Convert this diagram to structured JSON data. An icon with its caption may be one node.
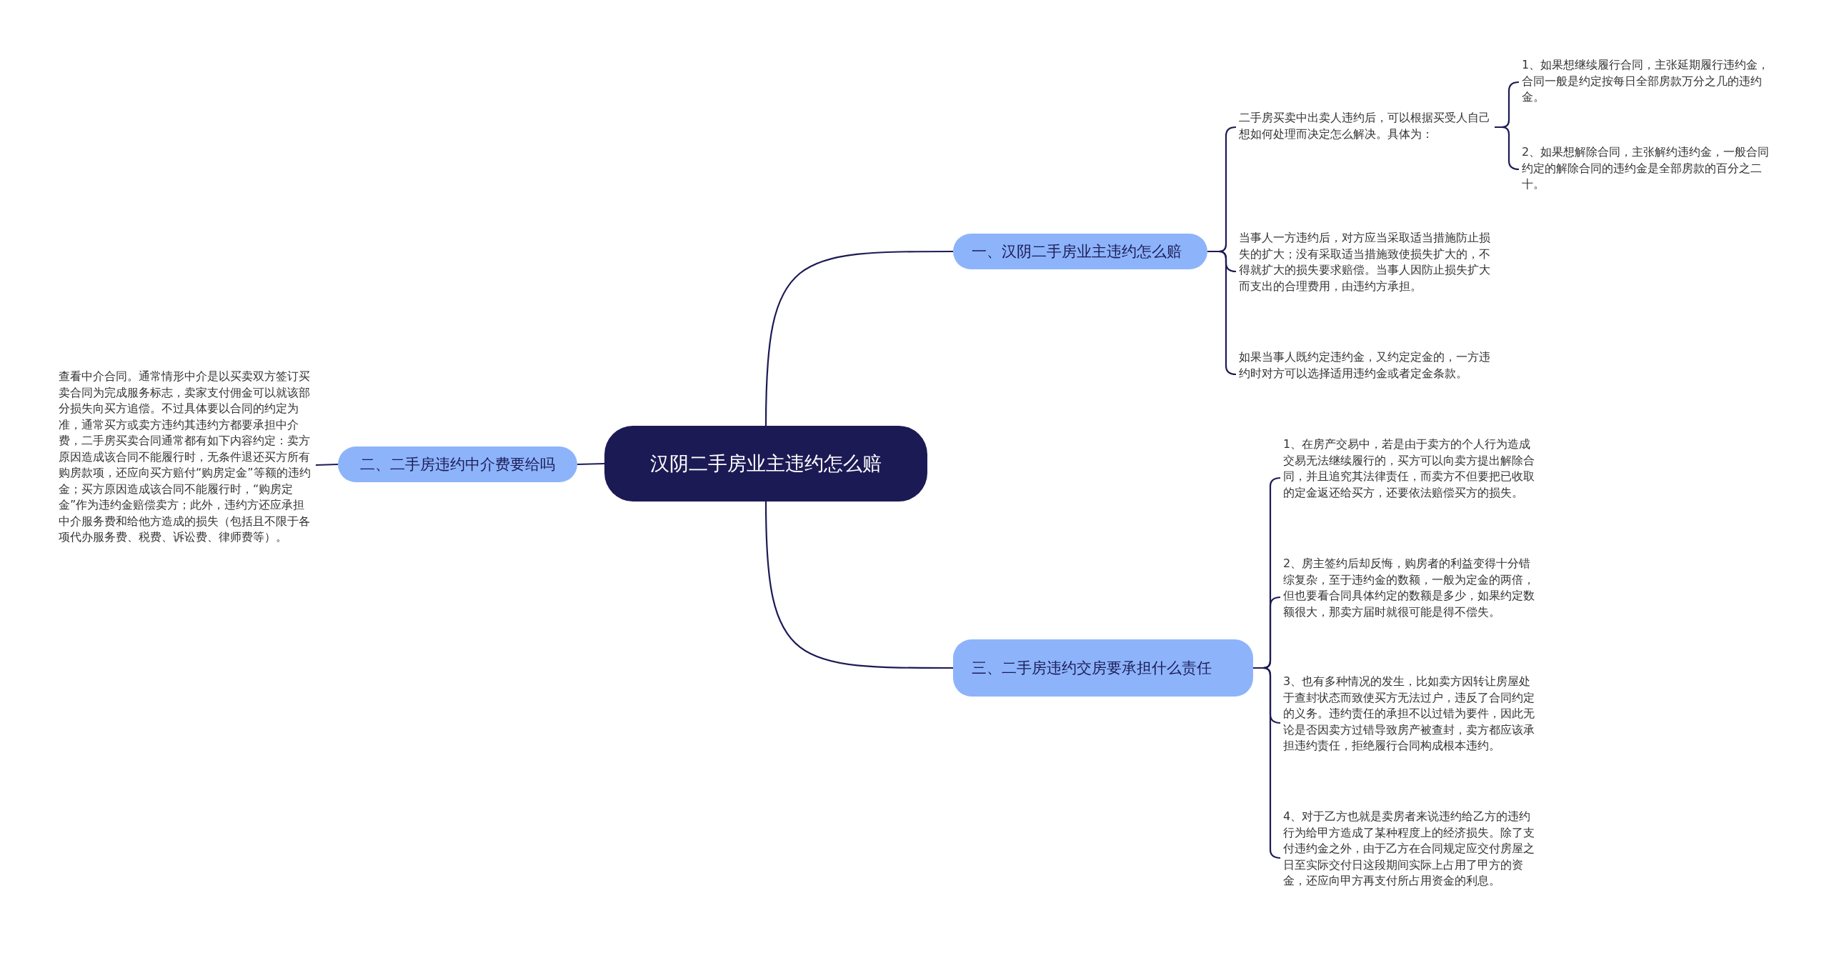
{
  "diagram": {
    "nodes": [
      {
        "text": [
          "汉阴二手房业主违约怎么赔"
        ]
      },
      {
        "text": [
          "一、汉阴二手房业主违约怎么赔"
        ]
      },
      {
        "text": [
          "二手房买卖中出卖人违约后，可以根据买受人自己想如何处理而决定怎么解决。具体为："
        ]
      },
      {
        "text": [
          "1、如果想继续履行合同，主张延期履行违约金，合同一般是约定按每日全部房款万分之几的违约金。"
        ]
      },
      {
        "text": [
          "2、如果想解除合同，主张解约违约金，一般合同约定的解除合同的违约金是全部房款的百分之二十。"
        ]
      },
      {
        "text": [
          "当事人一方违约后，对方应当采取适当措施防止损失的扩大；没有采取适当措施致使损失扩大的，不得就扩大的损失要求赔偿。当事人因防止损失扩大而支出的合理费用，由违约方承担。"
        ]
      },
      {
        "text": [
          "如果当事人既约定违约金，又约定定金的，一方违约时对方可以选择适用违约金或者定金条款。"
        ]
      },
      {
        "text": [
          "二、二手房违约中介费要给吗"
        ]
      },
      {
        "text": [
          "查看中介合同。通常情形中介是以买卖双方签订买卖合同为完成服务标志，卖家支付佣金可以就该部分损失向买方追偿。不过具体要以合同的约定为准，通常买方或卖方违约其违约方都要承担中介费，二手房买卖合同通常都有如下内容约定：卖方原因造成该合同不能履行时，无条件退还买方所有购房款项，还应向买方赔付“购房定金”等额的违约金；买方原因造成该合同不能履行时，“购房定金”作为违约金赔偿卖方；此外，违约方还应承担中介服务费和给他方造成的损失（包括且不限于各项代办服务费、税费、诉讼费、律师费等）。"
        ]
      },
      {
        "text": [
          "三、二手房违约交房要承担什么责任"
        ]
      },
      {
        "text": [
          "1、在房产交易中，若是由于卖方的个人行为造成交易无法继续履行的，买方可以向卖方提出解除合同，并且追究其法律责任，而卖方不但要把已收取的定金返还给买方，还要依法赔偿买方的损失。"
        ]
      },
      {
        "text": [
          "2、房主签约后却反悔，购房者的利益变得十分错综复杂，至于违约金的数额，一般为定金的两倍，但也要看合同具体约定的数额是多少，如果约定数额很大，那卖方届时就很可能是得不偿失。"
        ]
      },
      {
        "text": [
          "3、也有多种情况的发生，比如卖方因转让房屋处于查封状态而致使买方无法过户，违反了合同约定的义务。违约责任的承担不以过错为要件，因此无论是否因卖方过错导致房产被查封，卖方都应该承担违约责任，拒绝履行合同构成根本违约。"
        ]
      },
      {
        "text": [
          "4、对于乙方也就是卖房者来说违约给乙方的违约行为给甲方造成了某种程度上的经济损失。除了支付违约金之外，由于乙方在合同规定应交付房屋之日至实际交付日这段期间实际上占用了甲方的资金，还应向甲方再支付所占用资金的利息。"
        ]
      }
    ],
    "edges": [
      {
        "from": 0,
        "to": 1,
        "arrow": "none"
      },
      {
        "from": 1,
        "to": 2,
        "arrow": "none"
      },
      {
        "from": 2,
        "to": 3,
        "arrow": "none"
      },
      {
        "from": 2,
        "to": 4,
        "arrow": "none"
      },
      {
        "from": 1,
        "to": 5,
        "arrow": "none"
      },
      {
        "from": 1,
        "to": 6,
        "arrow": "none"
      },
      {
        "from": 0,
        "to": 7,
        "arrow": "none"
      },
      {
        "from": 7,
        "to": 8,
        "arrow": "none"
      },
      {
        "from": 0,
        "to": 9,
        "arrow": "none"
      },
      {
        "from": 9,
        "to": 10,
        "arrow": "none"
      },
      {
        "from": 9,
        "to": 11,
        "arrow": "none"
      },
      {
        "from": 9,
        "to": 12,
        "arrow": "none"
      },
      {
        "from": 9,
        "to": 13,
        "arrow": "none"
      }
    ]
  }
}
